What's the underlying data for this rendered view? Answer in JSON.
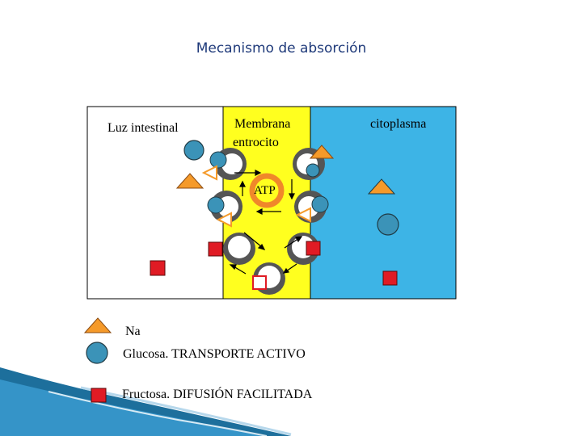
{
  "title": "Mecanismo de absorción",
  "regions": {
    "lumen_label": "Luz intestinal",
    "membrane_label_line1": "Membrana",
    "membrane_label_line2": "entrocito",
    "cytoplasm_label": "citoplasma",
    "atp_label": "ATP"
  },
  "legend": {
    "na_label": "Na",
    "glucose_label": "Glucosa.  TRANSPORTE ACTIVO",
    "fructose_label": "Fructosa. DIFUSIÓN FACILITADA"
  },
  "colors": {
    "title": "#1f3a7a",
    "membrane": "#ffff1f",
    "cytoplasm": "#3db4e6",
    "na_triangle": "#f59a2a",
    "glucose_circle": "#3b93b8",
    "fructose_square": "#e01b24",
    "atp_ring": "#f0882a",
    "transporter": "#555555"
  }
}
